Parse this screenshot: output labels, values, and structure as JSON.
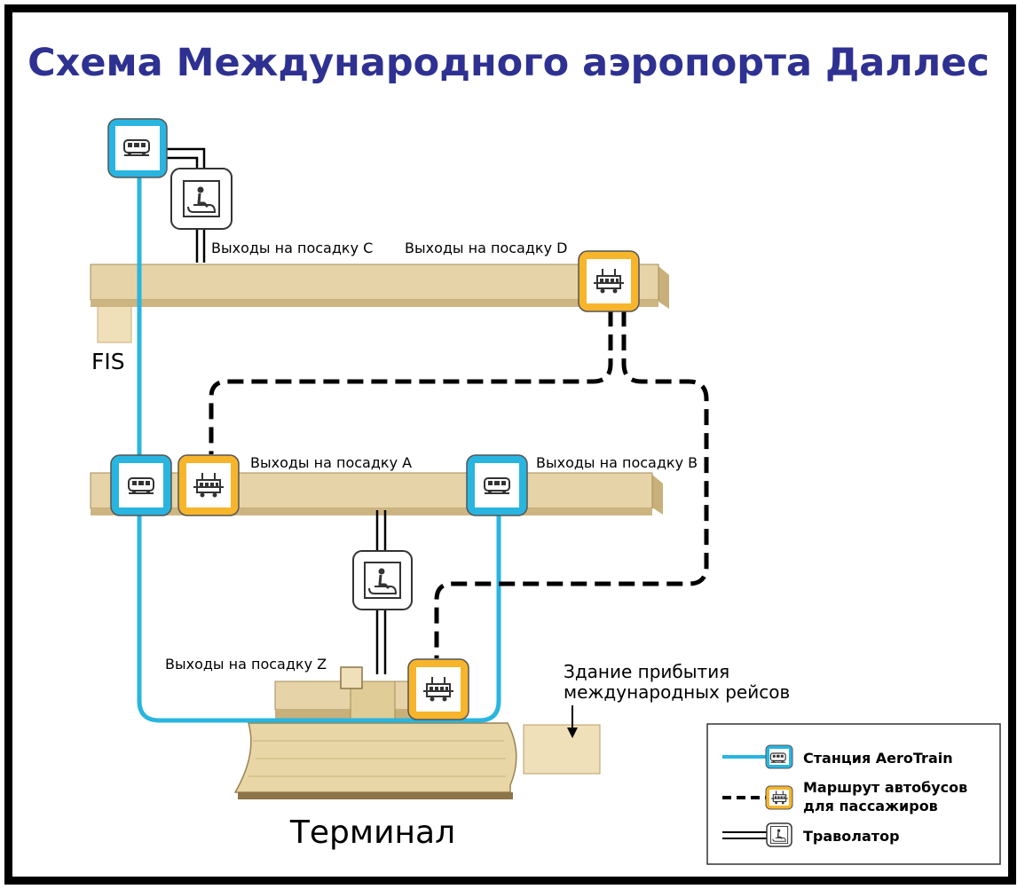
{
  "title": "Схема Международного аэропорта Даллес",
  "colors": {
    "title": "#2e3191",
    "aerotrain": "#29b5e0",
    "bus": "#f7b52c",
    "concourse": "#e6d4a8",
    "concourse_dark": "#c8b078",
    "line": "#000000"
  },
  "labels": {
    "gates_c": "Выходы на посадку C",
    "gates_d": "Выходы на посадку D",
    "gates_a": "Выходы на посадку A",
    "gates_b": "Выходы на посадку B",
    "gates_z": "Выходы на посадку Z",
    "fis": "FIS",
    "intl_arrivals_line1": "Здание прибытия",
    "intl_arrivals_line2": "международных рейсов",
    "terminal": "Терминал"
  },
  "legend": {
    "aerotrain": "Станция AeroTrain",
    "bus_line1": "Маршрут автобусов",
    "bus_line2": "для пассажиров",
    "walkway": "Траволатор"
  },
  "icons": {
    "train": "train-icon",
    "bus": "bus-icon",
    "walkway": "moving-walkway-icon"
  }
}
